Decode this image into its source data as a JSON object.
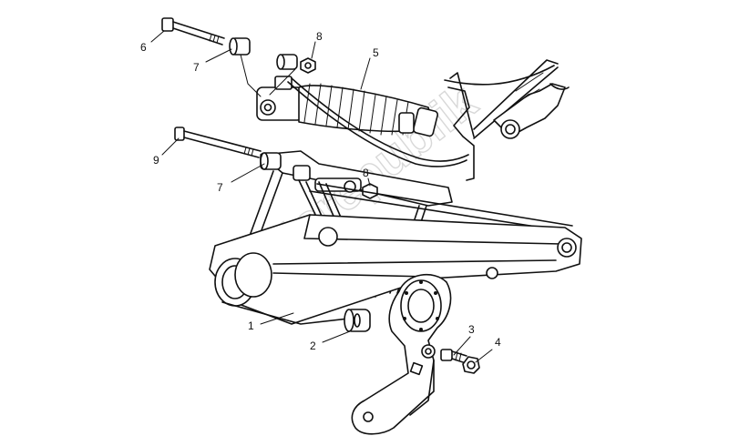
{
  "diagram": {
    "callouts": [
      {
        "id": "c6",
        "label": "6"
      },
      {
        "id": "c7a",
        "label": "7"
      },
      {
        "id": "c8a",
        "label": "8"
      },
      {
        "id": "c5",
        "label": "5"
      },
      {
        "id": "c9",
        "label": "9"
      },
      {
        "id": "c7b",
        "label": "7"
      },
      {
        "id": "c8b",
        "label": "8"
      },
      {
        "id": "c1",
        "label": "1"
      },
      {
        "id": "c2",
        "label": "2"
      },
      {
        "id": "c3",
        "label": "3"
      },
      {
        "id": "c4",
        "label": "4"
      }
    ],
    "watermark": "Partsrepublik",
    "colors": {
      "line": "#111111",
      "background": "#ffffff",
      "watermark": "#cfcfcf"
    }
  }
}
